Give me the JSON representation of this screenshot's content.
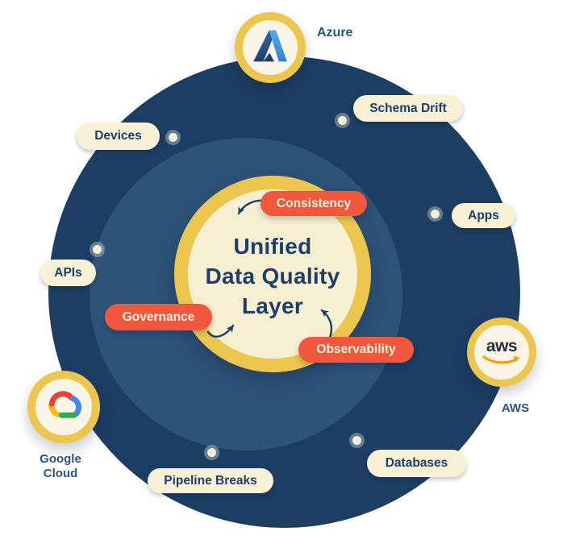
{
  "diagram": {
    "center": {
      "title_lines": [
        "Unified",
        "Data Quality",
        "Layer"
      ]
    },
    "quality_badges": [
      {
        "label": "Consistency"
      },
      {
        "label": "Governance"
      },
      {
        "label": "Observability"
      }
    ],
    "source_pills": [
      {
        "label": "Schema Drift"
      },
      {
        "label": "Devices"
      },
      {
        "label": "Apps"
      },
      {
        "label": "APIs"
      },
      {
        "label": "Databases"
      },
      {
        "label": "Pipeline Breaks"
      }
    ],
    "cloud_providers": [
      {
        "name": "Azure",
        "label": "Azure"
      },
      {
        "name": "AWS",
        "label": "AWS",
        "logo_text": "aws"
      },
      {
        "name": "Google Cloud",
        "label_lines": [
          "Google",
          "Cloud"
        ]
      }
    ],
    "colors": {
      "outer_circle": "#1c3e63",
      "middle_circle": "#2e5379",
      "gold_ring": "#ecc64f",
      "cream": "#f8f1d6",
      "badge_orange": "#f1573d",
      "navy_text": "#1e3e68",
      "provider_label_blue": "#2b5285",
      "aws_smile_orange": "#ff9900",
      "aws_text": "#252f3e",
      "google_red": "#EA4335",
      "google_yellow": "#FBBC05",
      "google_green": "#34A853",
      "google_blue": "#4285F4",
      "azure_blue_dark": "#1d3f70",
      "azure_blue_light": "#58ace9"
    }
  }
}
